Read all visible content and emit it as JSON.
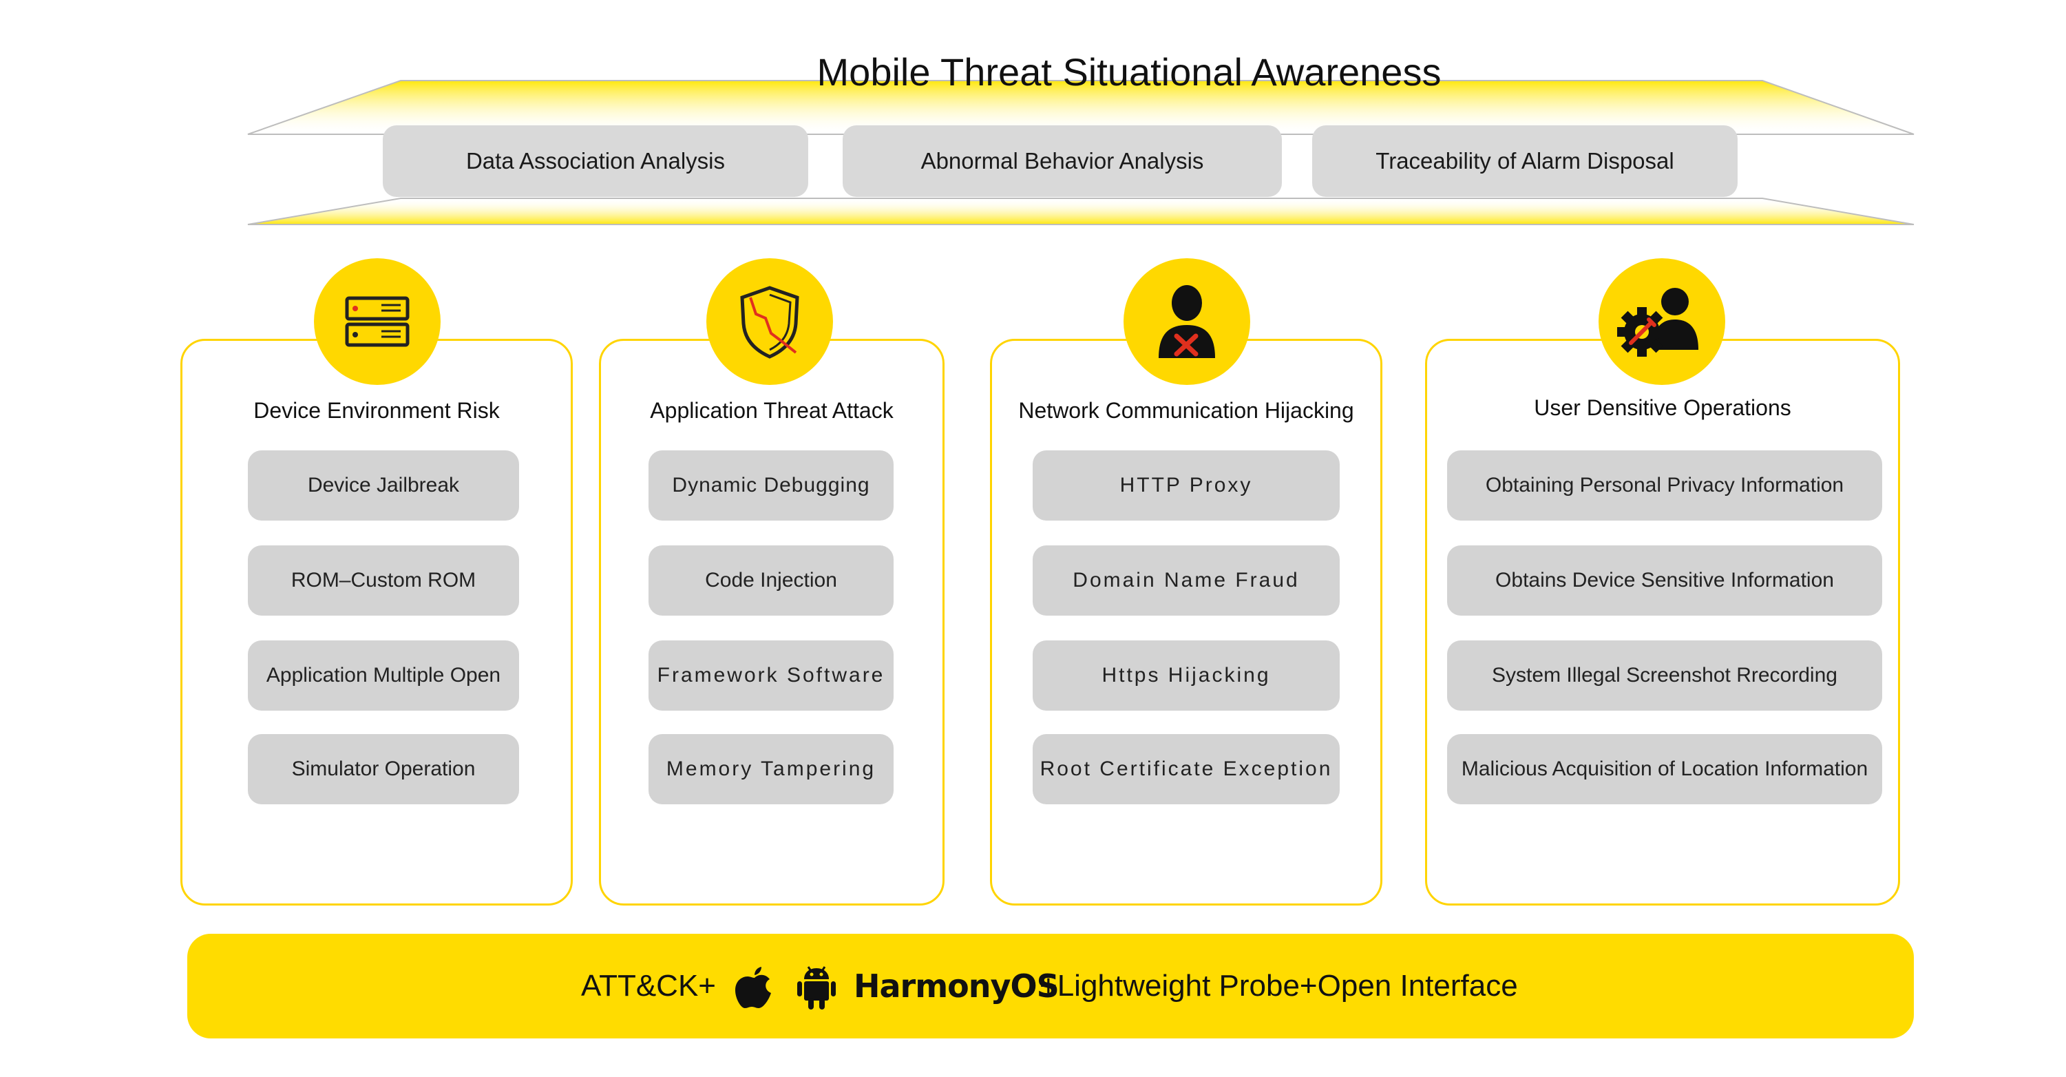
{
  "title": "Mobile Threat Situational Awareness",
  "analysis": [
    {
      "label": "Data Association Analysis"
    },
    {
      "label": "Abnormal Behavior Analysis"
    },
    {
      "label": "Traceability of Alarm  Disposal"
    }
  ],
  "columns": [
    {
      "icon": "server-icon",
      "title": "Device Environment Risk",
      "items": [
        "Device Jailbreak",
        "ROM–Custom ROM",
        "Application Multiple Open",
        "Simulator Operation"
      ]
    },
    {
      "icon": "cracked-shield-icon",
      "title": "Application Threat Attack",
      "items": [
        "Dynamic Debugging",
        "Code Injection",
        "Framework Software",
        "Memory Tampering"
      ]
    },
    {
      "icon": "user-blocked-icon",
      "title": "Network  Communication Hijacking",
      "items": [
        "HTTP Proxy",
        "Domain Name Fraud",
        "Https Hijacking",
        "Root Certificate Exception"
      ]
    },
    {
      "icon": "user-gear-icon",
      "title": "User Densitive Operations",
      "items": [
        "Obtaining Personal Privacy Information",
        "Obtains Device Sensitive Information",
        "System Illegal Screenshot Rrecording",
        "Malicious Acquisition of Location Information"
      ]
    }
  ],
  "bottom": {
    "prefix": "ATT&CK+",
    "harmony": "HarmonyOS",
    "suffix": "+Lightweight Probe+Open Interface",
    "icons": [
      "apple-icon",
      "android-icon"
    ]
  },
  "colors": {
    "accent": "#ffd800",
    "pill": "#d3d3d3",
    "border": "#ffd400"
  }
}
